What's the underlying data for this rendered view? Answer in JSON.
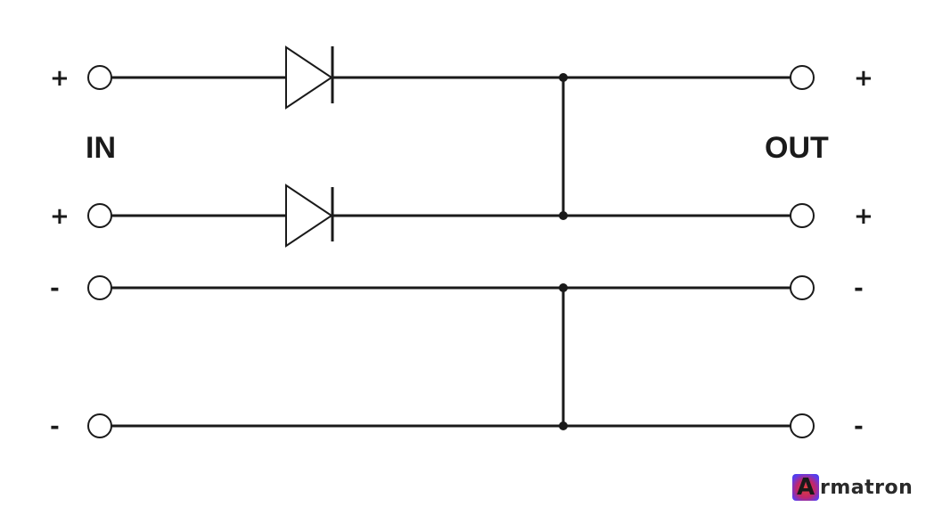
{
  "diagram": {
    "labels": {
      "input_side": "IN",
      "output_side": "OUT"
    },
    "rows": [
      {
        "in_sign": "+",
        "out_sign": "+",
        "has_diode": true
      },
      {
        "in_sign": "+",
        "out_sign": "+",
        "has_diode": true
      },
      {
        "in_sign": "-",
        "out_sign": "-",
        "has_diode": false
      },
      {
        "in_sign": "-",
        "out_sign": "-",
        "has_diode": false
      }
    ]
  },
  "brand": {
    "mark_letter": "A",
    "text": "rmatron"
  }
}
